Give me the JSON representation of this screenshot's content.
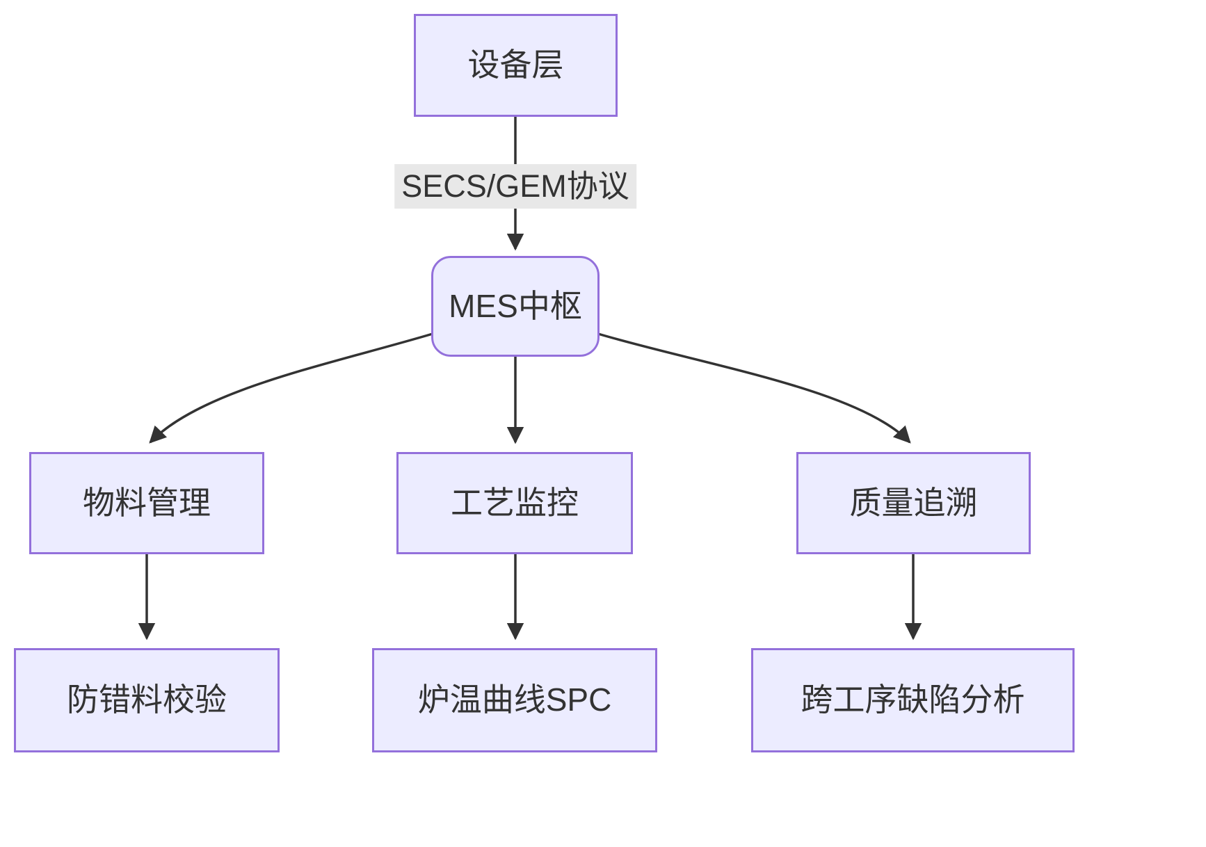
{
  "diagram": {
    "nodes": {
      "equipment": {
        "label": "设备层"
      },
      "mes": {
        "label": "MES中枢"
      },
      "material": {
        "label": "物料管理"
      },
      "process": {
        "label": "工艺监控"
      },
      "quality": {
        "label": "质量追溯"
      },
      "error_proof": {
        "label": "防错料校验"
      },
      "spc": {
        "label": "炉温曲线SPC"
      },
      "defect": {
        "label": "跨工序缺陷分析"
      }
    },
    "edge_labels": {
      "secs_gem": {
        "label": "SECS/GEM协议"
      }
    },
    "colors": {
      "node_fill": "#ECECFF",
      "node_border": "#9370DB",
      "arrow": "#333333",
      "edge_label_bg": "#E8E8E8",
      "text": "#333333"
    }
  }
}
